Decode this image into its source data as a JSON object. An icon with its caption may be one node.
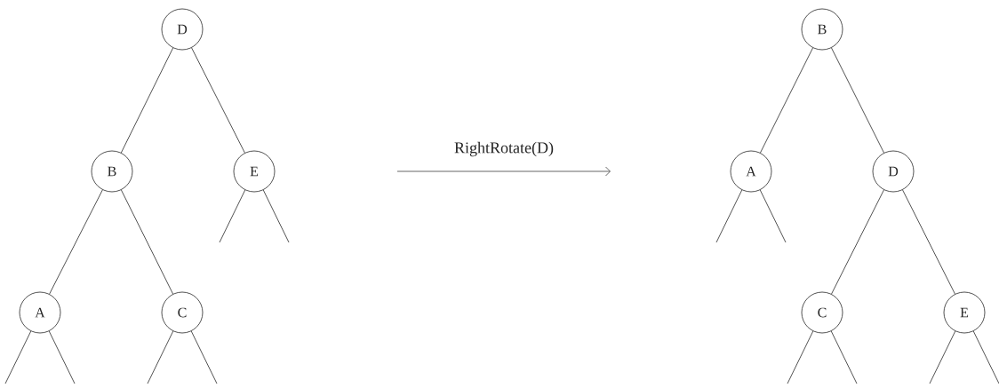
{
  "diagram": {
    "nodes": [
      {
        "text": [
          "D"
        ]
      },
      {
        "text": [
          "B"
        ]
      },
      {
        "text": [
          "E"
        ]
      },
      {
        "text": [
          "A"
        ]
      },
      {
        "text": [
          "C"
        ]
      },
      {
        "text": [
          "B"
        ]
      },
      {
        "text": [
          "A"
        ]
      },
      {
        "text": [
          "D"
        ]
      },
      {
        "text": [
          "C"
        ]
      },
      {
        "text": [
          "E"
        ]
      }
    ],
    "edges": [
      {
        "from": 0,
        "to": 1,
        "arrow": "none"
      },
      {
        "from": 0,
        "to": 2,
        "arrow": "none"
      },
      {
        "from": 1,
        "to": 3,
        "arrow": "none"
      },
      {
        "from": 1,
        "to": 4,
        "arrow": "none"
      },
      {
        "from": 2,
        "to": null,
        "arrow": "none"
      },
      {
        "from": 2,
        "to": null,
        "arrow": "none"
      },
      {
        "from": 3,
        "to": null,
        "arrow": "none"
      },
      {
        "from": 3,
        "to": null,
        "arrow": "none"
      },
      {
        "from": 4,
        "to": null,
        "arrow": "none"
      },
      {
        "from": 4,
        "to": null,
        "arrow": "none"
      },
      {
        "from": 5,
        "to": 6,
        "arrow": "none"
      },
      {
        "from": 5,
        "to": 7,
        "arrow": "none"
      },
      {
        "from": 7,
        "to": 8,
        "arrow": "none"
      },
      {
        "from": 7,
        "to": 9,
        "arrow": "none"
      },
      {
        "from": 6,
        "to": null,
        "arrow": "none"
      },
      {
        "from": 6,
        "to": null,
        "arrow": "none"
      },
      {
        "from": 8,
        "to": null,
        "arrow": "none"
      },
      {
        "from": 8,
        "to": null,
        "arrow": "none"
      },
      {
        "from": 9,
        "to": null,
        "arrow": "none"
      },
      {
        "from": 9,
        "to": null,
        "arrow": "none"
      }
    ],
    "labels": [
      "RightRotate(D)"
    ]
  }
}
